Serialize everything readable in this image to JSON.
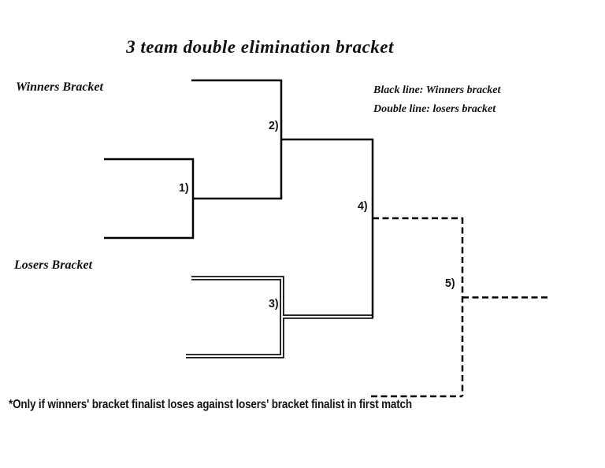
{
  "title": "3 team double elimination bracket",
  "labels": {
    "winners_bracket": "Winners Bracket",
    "losers_bracket": "Losers Bracket"
  },
  "legend": {
    "black_line": "Black line: Winners bracket",
    "double_line": "Double line: losers bracket"
  },
  "match_labels": {
    "m1": "1)",
    "m2": "2)",
    "m3": "3)",
    "m4": "4)",
    "m5": "5)"
  },
  "footnote": "*Only if winners' bracket finalist loses against losers' bracket finalist in first match",
  "line_styles": {
    "winners_bracket": "single-solid-black-line",
    "losers_bracket": "double-line",
    "conditional_second_final": "dashed-line"
  },
  "colors": {
    "line": "#000000",
    "background": "#ffffff",
    "text": "#141414"
  }
}
